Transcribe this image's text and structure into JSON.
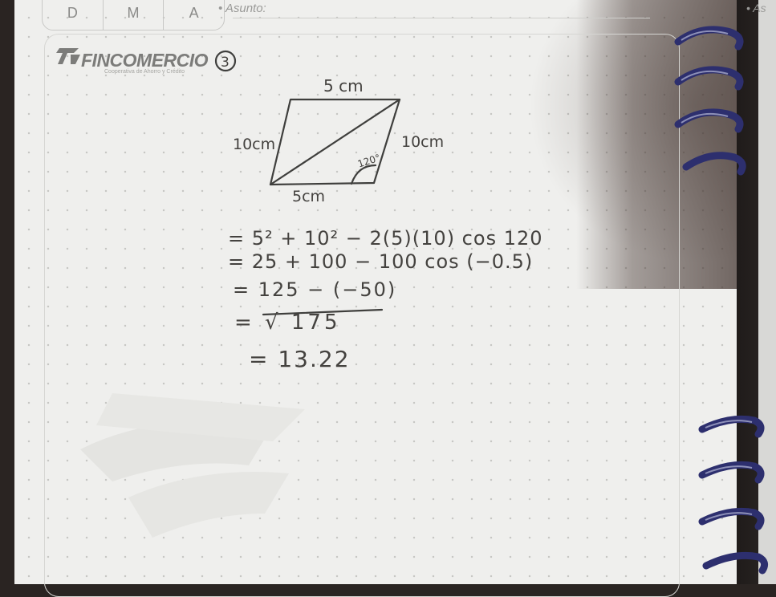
{
  "notebook": {
    "date_labels": [
      "D",
      "M",
      "A"
    ],
    "subject_label": "• Asunto:",
    "subject_label_right": "• As",
    "brand": "FINCOMERCIO",
    "brand_subtitle": "Cooperativa de Ahorro y Crédito",
    "page_number": "3"
  },
  "figure": {
    "top_label": "5 cm",
    "bottom_label": "5cm",
    "left_label": "10cm",
    "right_label": "10cm",
    "angle_label": "120°"
  },
  "work": {
    "lines": [
      "= 5² + 10² − 2(5)(10) cos 120",
      "= 25 + 100 − 100 cos (−0.5)",
      "= 125 − (−50)",
      "= √ 175",
      "= 13.22"
    ]
  },
  "colors": {
    "paper": "#efefed",
    "ink": "#44423f",
    "spiral": "#2d2f6e"
  }
}
